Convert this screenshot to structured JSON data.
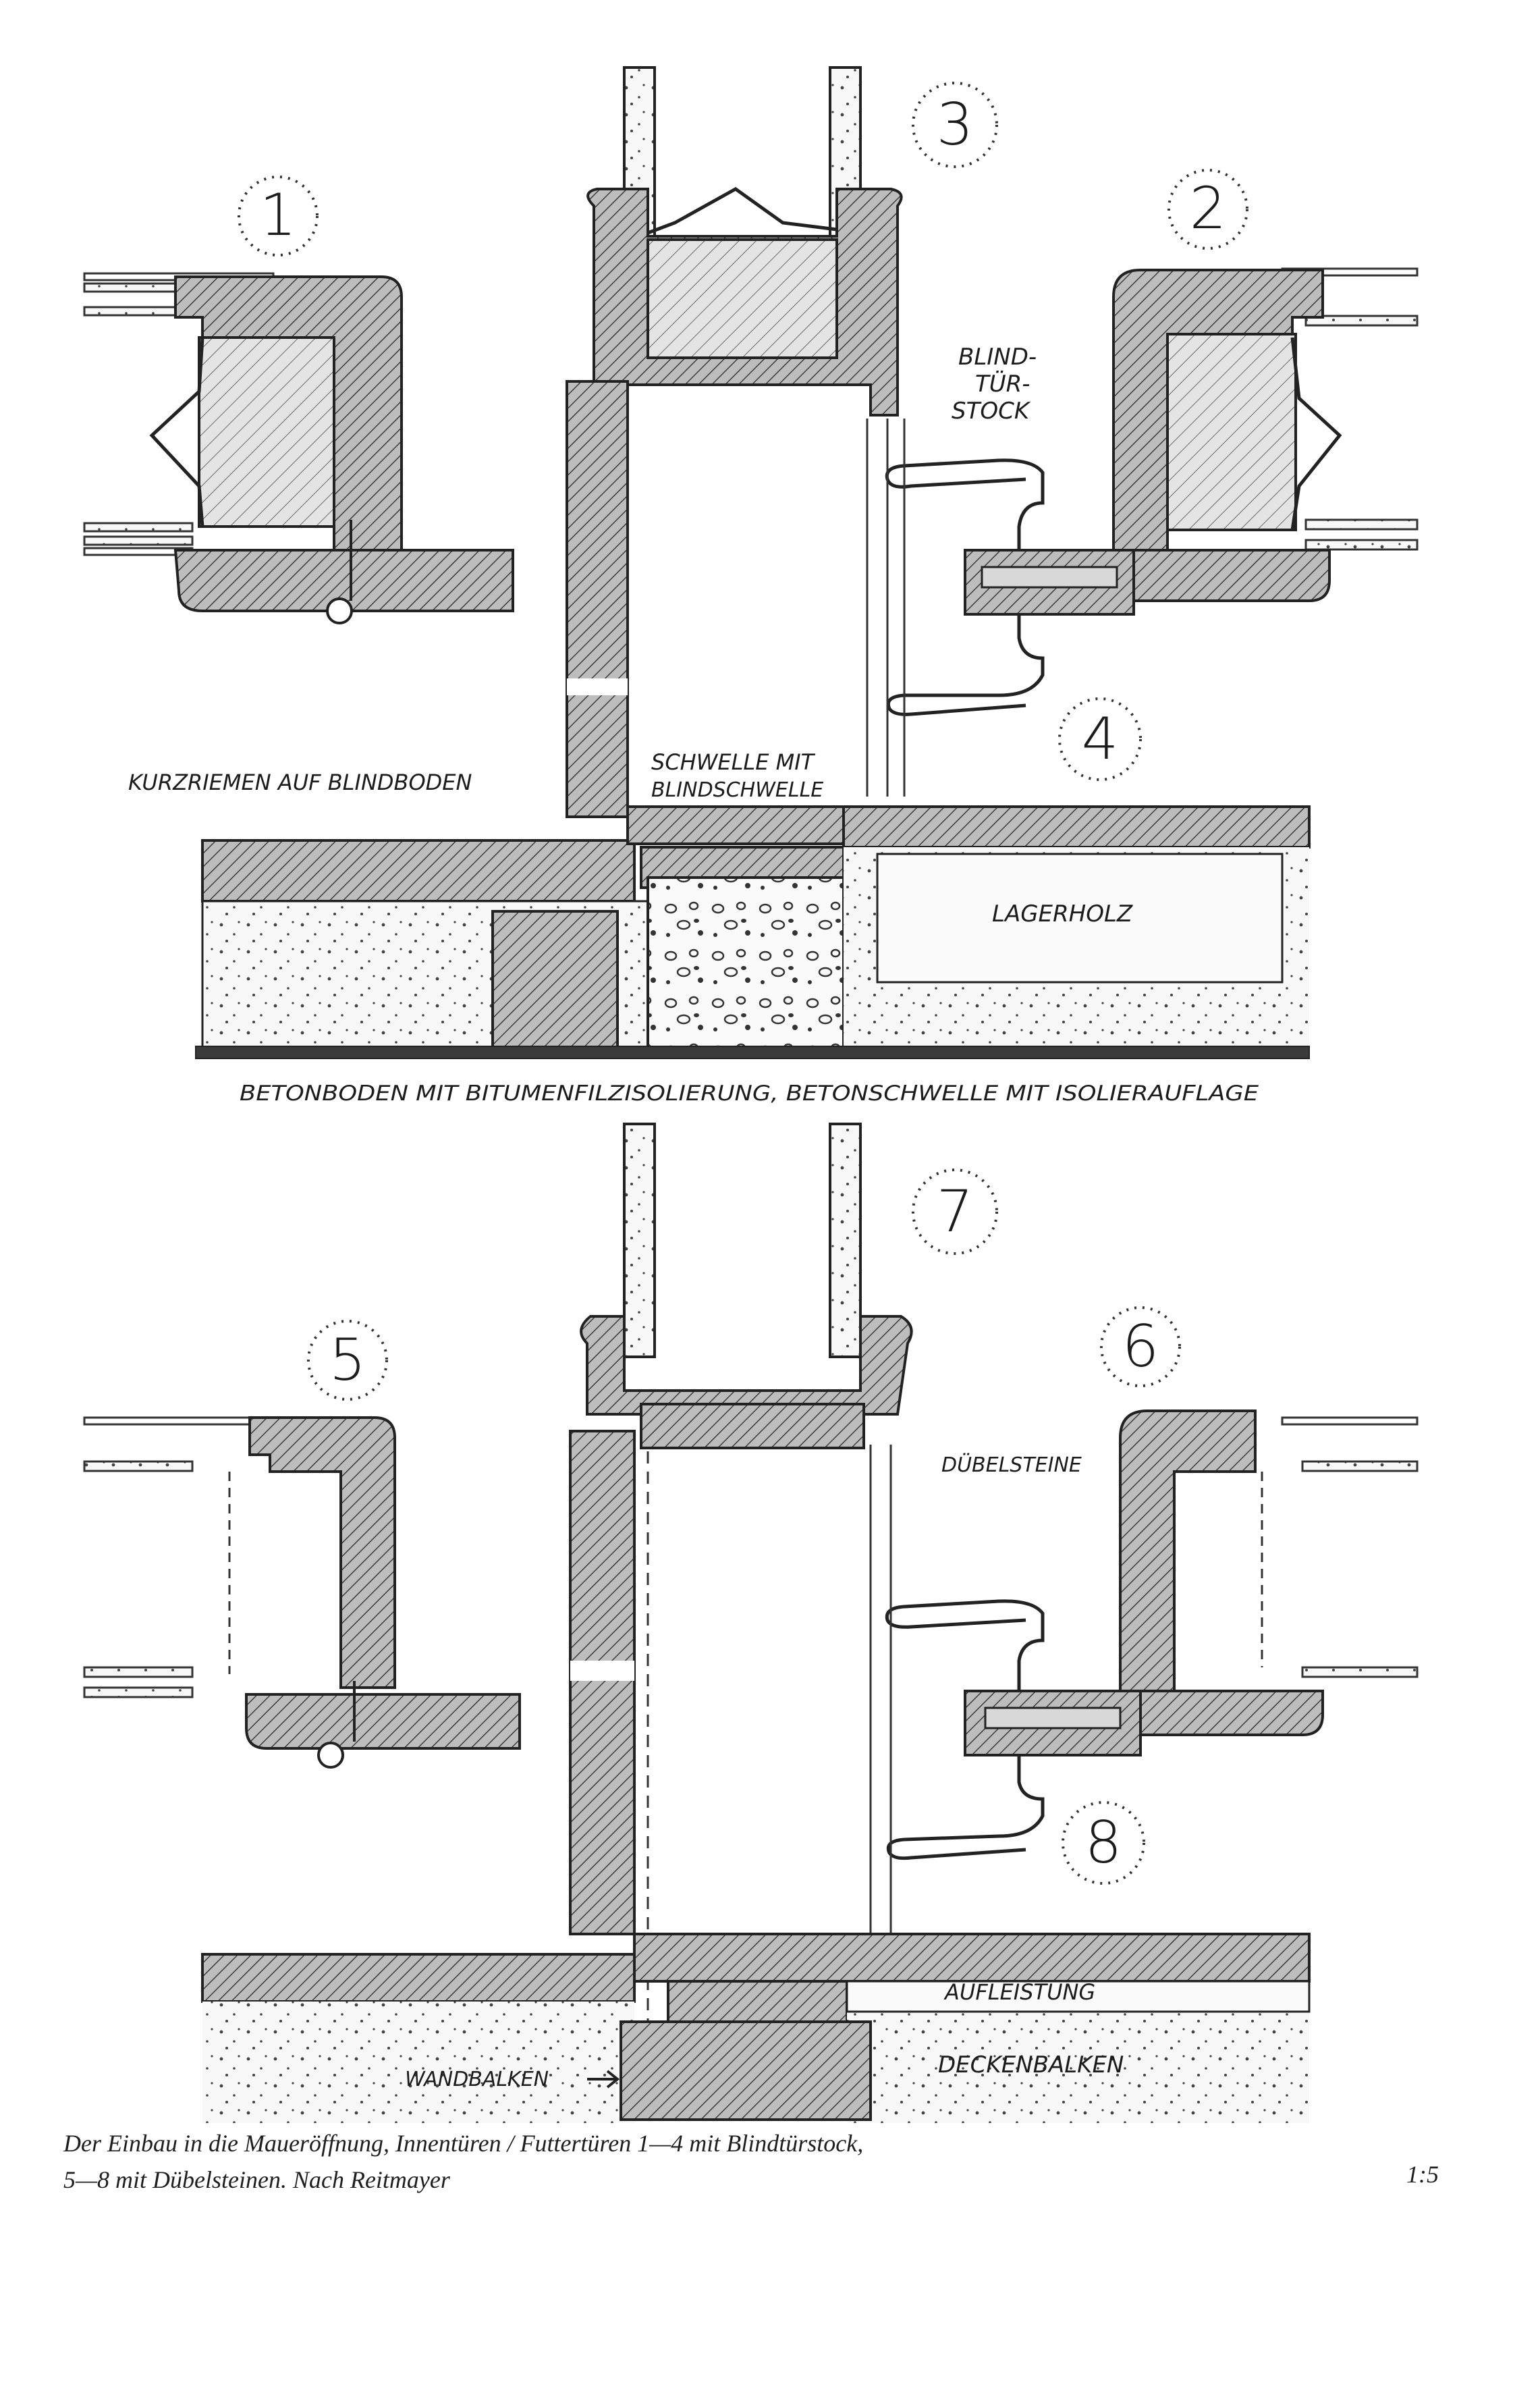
{
  "detail_numbers": [
    "1",
    "2",
    "3",
    "4",
    "5",
    "6",
    "7",
    "8"
  ],
  "labels": {
    "blind_tuer_1": "BLIND-",
    "blind_tuer_2": "TÜR-",
    "blind_tuer_3": "STOCK",
    "schwelle_1": "SCHWELLE MIT",
    "schwelle_2": "BLINDSCHWELLE",
    "kurzriemen": "KURZRIEMEN AUF BLINDBODEN",
    "lagerholz": "LAGERHOLZ",
    "betonboden": "BETONBODEN MIT BITUMENFILZISOLIERUNG, BETONSCHWELLE MIT ISOLIERAUFLAGE",
    "duebelsteine": "DÜBELSTEINE",
    "aufleistung": "AUFLEISTUNG",
    "deckenbalken": "DECKENBALKEN",
    "wandbalken": "WANDBALKEN"
  },
  "caption": {
    "line1": "Der Einbau in die Maueröffnung, Innentüren / Futtertüren 1—4 mit Blindtürstock,",
    "line2": "5—8 mit Dübelsteinen. Nach Reitmayer"
  },
  "scale": "1:5"
}
